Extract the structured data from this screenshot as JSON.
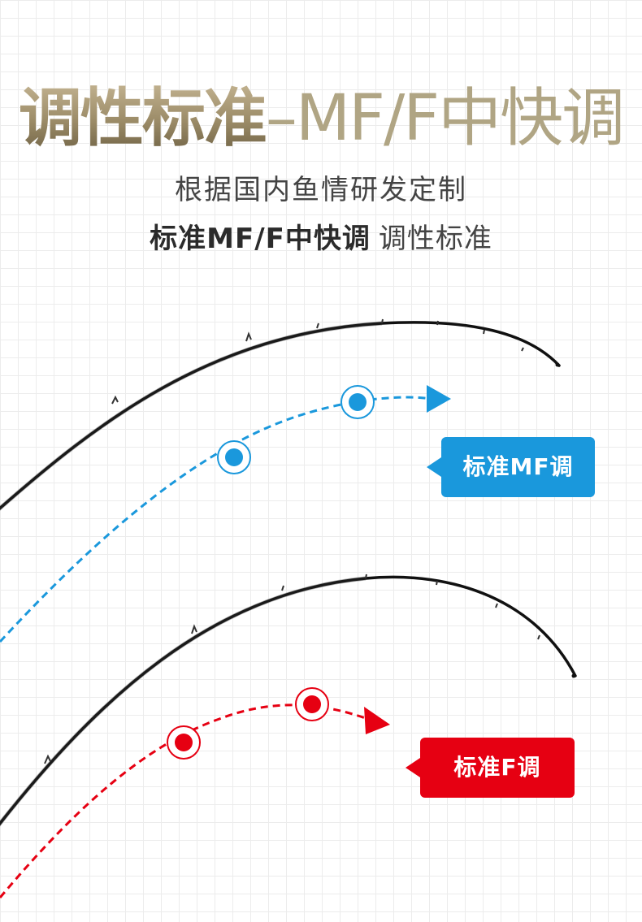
{
  "header": {
    "title_bold": "调性标准",
    "title_dash": "–",
    "title_light": "MF/F中快调",
    "subtitle_line1": "根据国内鱼情研发定制",
    "subtitle_line2_strong": "标准MF/F中快调",
    "subtitle_line2_normal": "调性标准"
  },
  "tags": {
    "mf_label": "标准MF调",
    "f_label": "标准F调"
  },
  "colors": {
    "mf_blue": "#1a98dc",
    "f_red": "#e60012",
    "title_gold": "#b0a584",
    "rod": "#111111"
  }
}
